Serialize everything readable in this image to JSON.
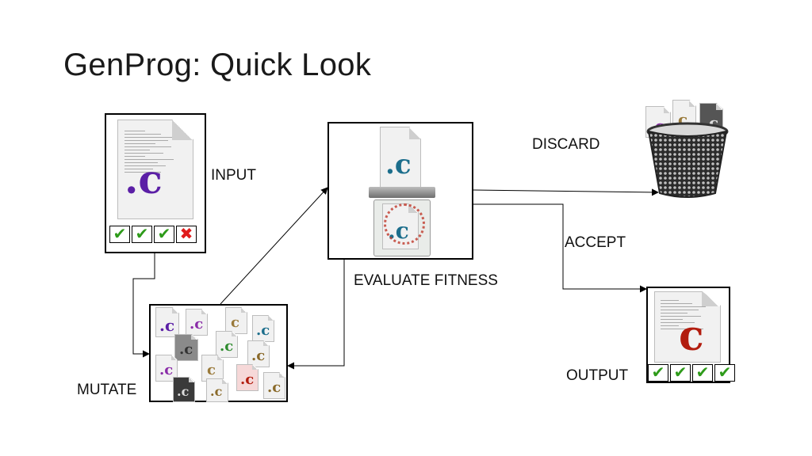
{
  "title": "GenProg: Quick Look",
  "labels": {
    "input": "INPUT",
    "mutate": "MUTATE",
    "evaluate": "EVALUATE FITNESS",
    "discard": "DISCARD",
    "accept": "ACCEPT",
    "output": "OUTPUT"
  },
  "icons": {
    "input_doc": "c-source-file-icon",
    "input_checks": [
      "checkmark-icon",
      "checkmark-icon",
      "checkmark-icon",
      "cross-icon"
    ],
    "output_checks": [
      "checkmark-icon",
      "checkmark-icon",
      "checkmark-icon",
      "checkmark-icon"
    ],
    "evaluate": "scanner-icon",
    "discard": "trash-can-icon",
    "mutate": "c-source-files-icon"
  },
  "file_ext": ".c",
  "colors": {
    "check": "#2e9b1a",
    "cross": "#e01b1b",
    "c_purple": "#5b1fa6",
    "c_teal": "#1c6e8c",
    "c_red": "#b21c0e"
  }
}
